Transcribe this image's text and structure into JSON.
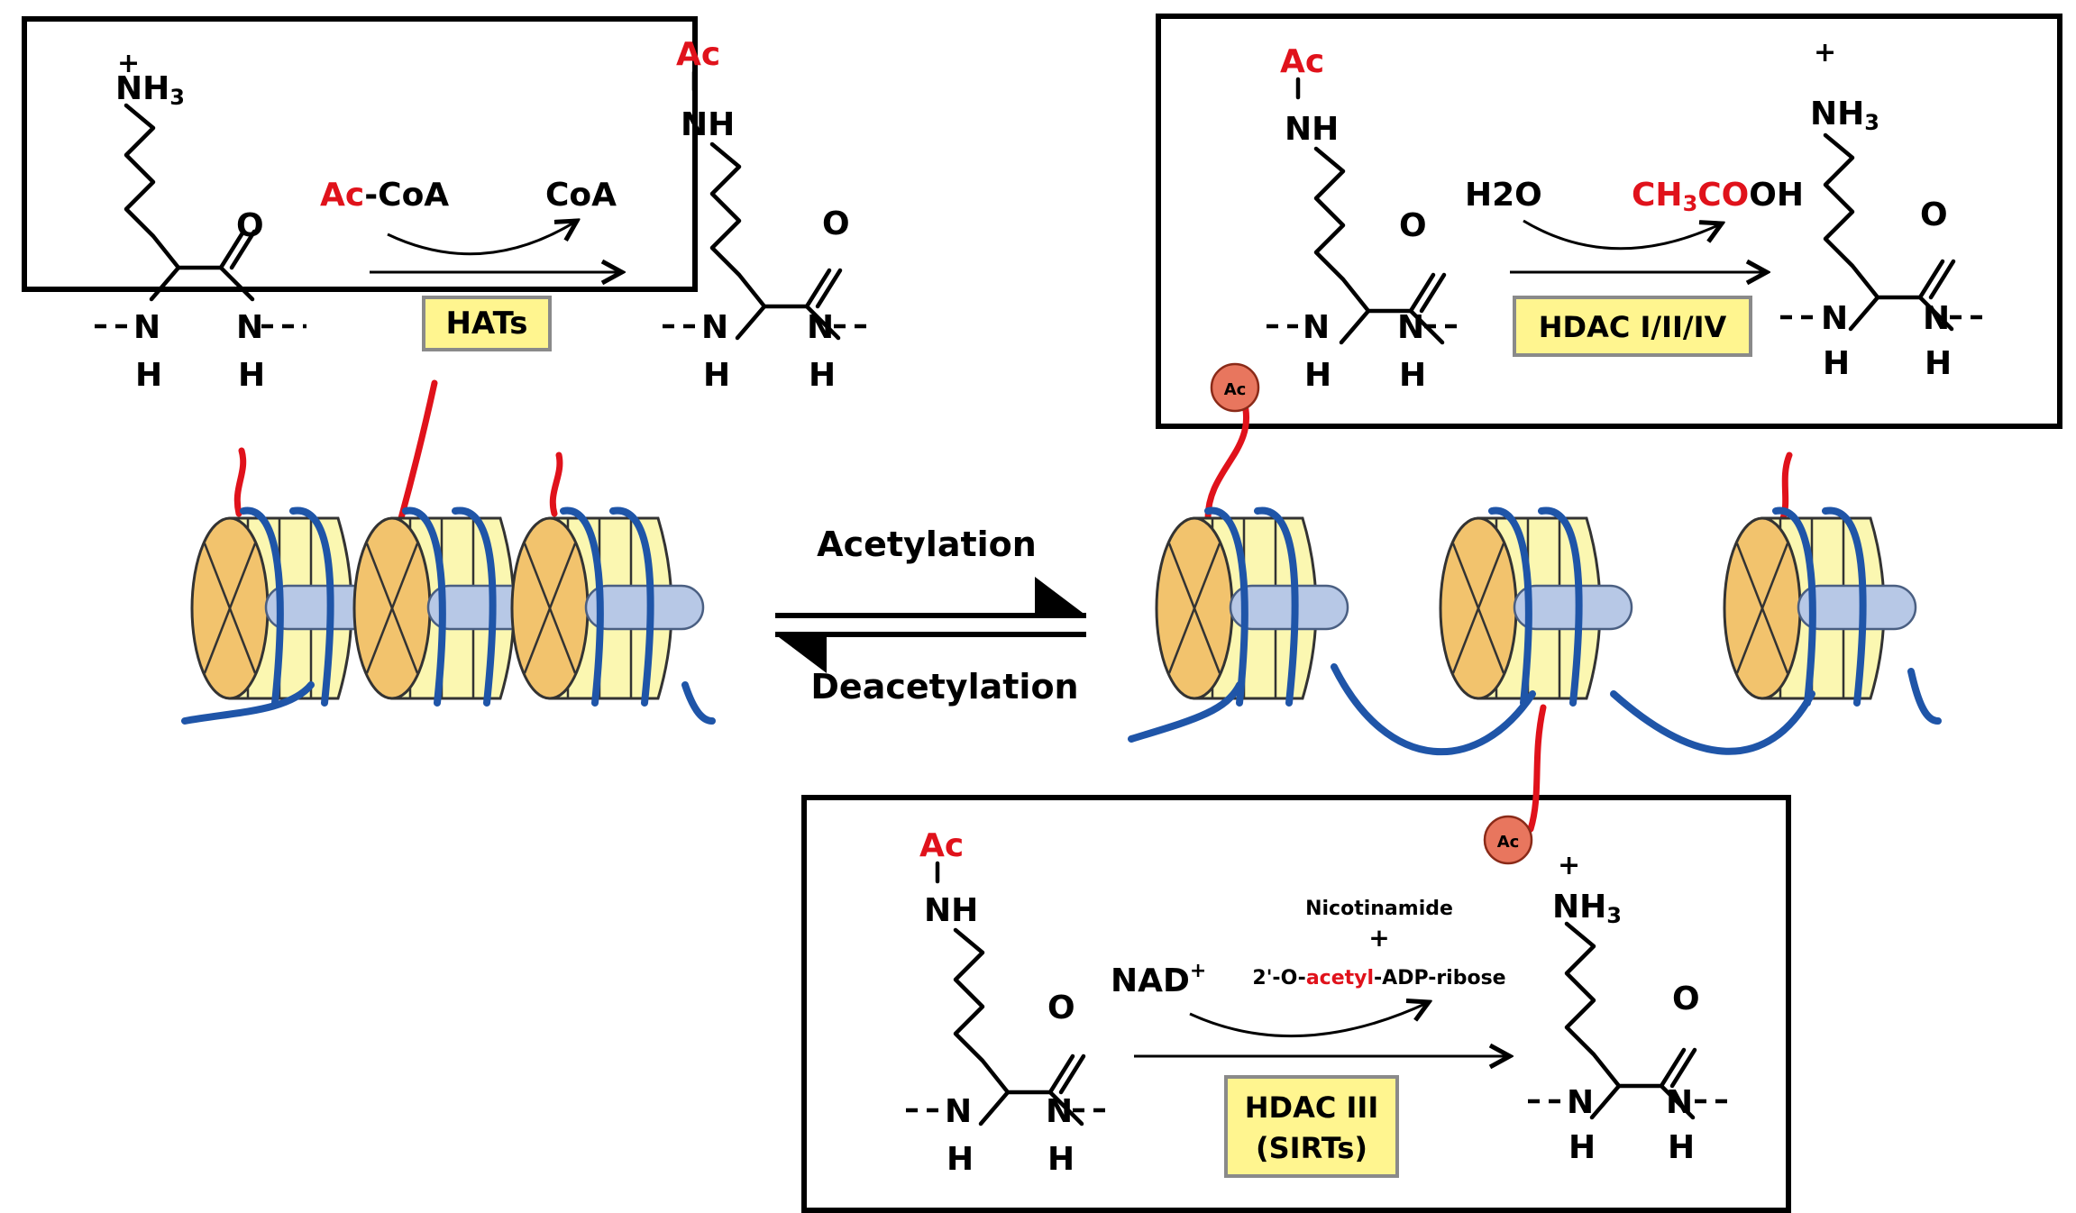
{
  "colors": {
    "accent_red": "#e0121b",
    "dna_blue": "#1f55a8",
    "histone_front": "#f2c36d",
    "histone_side": "#fbf7b1",
    "linker_band": "#b7c8e6",
    "label_fill": "#fff58f",
    "ac_bead": "#e8765e"
  },
  "atoms": {
    "ac": "Ac",
    "nh": "NH",
    "nh3": "NH",
    "nh3_sub": "3",
    "plus": "+",
    "o": "O",
    "n": "N",
    "h": "H"
  },
  "panel_hat": {
    "reagent_ac": "Ac",
    "reagent_coa": "-CoA",
    "product": "CoA",
    "enzyme": "HATs"
  },
  "panel_hdac": {
    "reagent": "H2O",
    "product_prefix": "CH",
    "product_sub": "3",
    "product_mid": "CO",
    "product_suffix": "OH",
    "enzyme": "HDAC I/II/IV"
  },
  "panel_sirt": {
    "reagent": "NAD",
    "reagent_sup": "+",
    "product_line1": "Nicotinamide",
    "product_plus": "+",
    "product_line3_pre": "2'-O-",
    "product_line3_red": "acetyl",
    "product_line3_post": "-ADP-ribose",
    "enzyme_line1": "HDAC III",
    "enzyme_line2": "(SIRTs)"
  },
  "equilibrium": {
    "forward": "Acetylation",
    "reverse": "Deacetylation"
  },
  "bead_label": "Ac"
}
